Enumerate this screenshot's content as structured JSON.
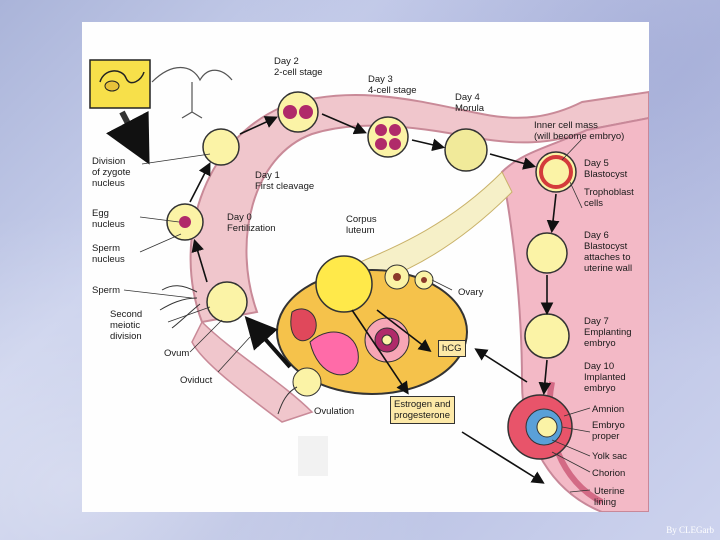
{
  "labels": {
    "day2": "Day 2\n2-cell stage",
    "day3": "Day 3\n4-cell stage",
    "day4": "Day 4\nMorula",
    "inner_cell_mass": "Inner cell mass\n(will become embryo)",
    "day5": "Day 5\nBlastocyst",
    "trophoblast": "Trophoblast\ncells",
    "division": "Division\nof zygote\nnucleus",
    "day1": "Day 1\nFirst cleavage",
    "egg_nucleus": "Egg\nnucleus",
    "day0": "Day 0\nFertilization",
    "corpus_luteum": "Corpus\nluteum",
    "sperm_nucleus": "Sperm\nnucleus",
    "day6": "Day 6\nBlastocyst\nattaches to\nuterine wall",
    "ovary": "Ovary",
    "sperm": "Sperm",
    "second_meiotic": "Second\nmeiotic\ndivision",
    "day7": "Day 7\nEmplanting\nembryo",
    "hcg": "hCG",
    "ovum": "Ovum",
    "day10": "Day 10\nImplanted\nembryo",
    "oviduct": "Oviduct",
    "amnion": "Amnion",
    "embryo_proper": "Embryo\nproper",
    "yolk_sac": "Yolk sac",
    "estrogen": "Estrogen and\nprogesterone",
    "chorion": "Chorion",
    "ovulation": "Ovulation",
    "uterine_lining": "Uterine\nlining"
  },
  "credit": "By CLEGarb",
  "colors": {
    "oviduct": "#f0c6cc",
    "uterus": "#f3b9c6",
    "ovary": "#f5c24b",
    "cell": "#fbf3a6",
    "nucleus": "#b02a6a"
  }
}
